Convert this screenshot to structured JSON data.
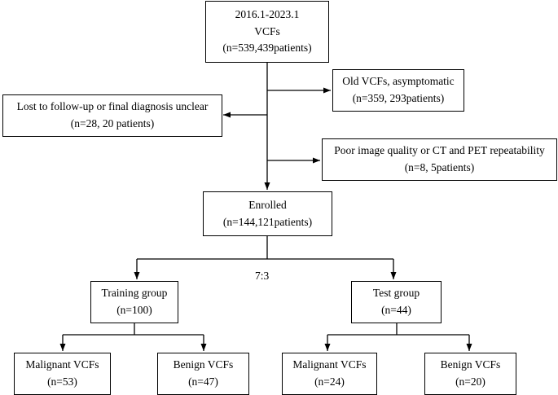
{
  "boxes": {
    "source": {
      "line1": "2016.1-2023.1",
      "line2": "VCFs",
      "line3": "(n=539,439patients)"
    },
    "old_vcfs": {
      "line1": "Old VCFs, asymptomatic",
      "line2": "(n=359, 293patients)"
    },
    "lost": {
      "line1": "Lost to follow-up or final diagnosis unclear",
      "line2": "(n=28, 20 patients)"
    },
    "poor_quality": {
      "line1": "Poor image quality or CT and PET repeatability",
      "line2": "(n=8, 5patients)"
    },
    "enrolled": {
      "line1": "Enrolled",
      "line2": "(n=144,121patients)"
    },
    "training": {
      "line1": "Training group",
      "line2": "(n=100)"
    },
    "test": {
      "line1": "Test group",
      "line2": "(n=44)"
    },
    "train_malignant": {
      "line1": "Malignant VCFs",
      "line2": "(n=53)"
    },
    "train_benign": {
      "line1": "Benign VCFs",
      "line2": "(n=47)"
    },
    "test_malignant": {
      "line1": "Malignant VCFs",
      "line2": "(n=24)"
    },
    "test_benign": {
      "line1": "Benign VCFs",
      "line2": "(n=20)"
    }
  },
  "split_ratio": "7:3"
}
